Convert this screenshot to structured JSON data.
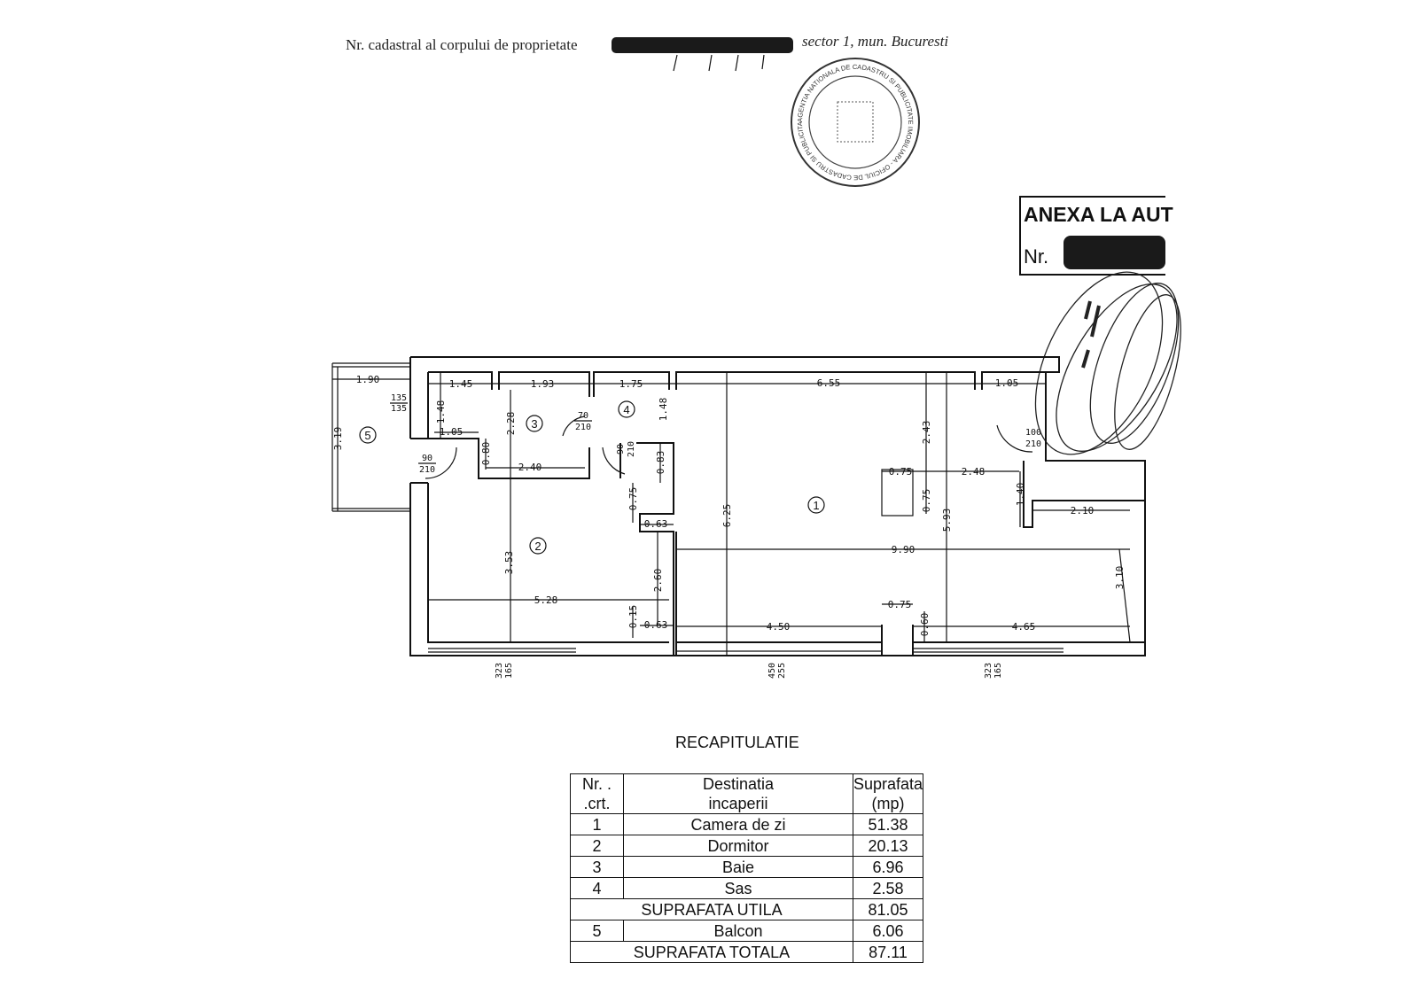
{
  "header": {
    "cadastral_label": "Nr. cadastral al corpului de proprietate",
    "location": "sector 1, mun. Bucuresti"
  },
  "stamp": {
    "text": "AGENTIA NATIONALA DE CADASTRU SI PUBLICITATE IMOBILIARA - OFICIUL DE CADASTRU SI PUBLICITATE IMOBILIARA BUCURESTI"
  },
  "annex": {
    "title": "ANEXA LA AUT",
    "nr_label": "Nr."
  },
  "plan": {
    "rooms": [
      "1",
      "2",
      "3",
      "4",
      "5"
    ],
    "dimensions": [
      "1.90",
      "1.45",
      "1.93",
      "1.75",
      "6.55",
      "1.05",
      "1.48",
      "1.05",
      "2.28",
      "1.48",
      "0.80",
      "2.40",
      "3.19",
      "0.83",
      "0.75",
      "0.63",
      "6.25",
      "2.43",
      "0.75",
      "2.48",
      "0.75",
      "5.93",
      "1.40",
      "2.10",
      "9.90",
      "3.10",
      "3.53",
      "2.60",
      "5.28",
      "0.15",
      "0.63",
      "0.75",
      "0.60",
      "4.50",
      "4.65"
    ],
    "openings": [
      {
        "w": "135",
        "h": "135"
      },
      {
        "w": "90",
        "h": "210"
      },
      {
        "w": "70",
        "h": "210"
      },
      {
        "w": "90",
        "h": "210"
      },
      {
        "w": "100",
        "h": "210"
      },
      {
        "w": "323",
        "h": "165"
      },
      {
        "w": "450",
        "h": "255"
      },
      {
        "w": "323",
        "h": "165"
      }
    ]
  },
  "summary": {
    "title": "RECAPITULATIE",
    "headers": {
      "nr_line1": "Nr. .",
      "nr_line2": ".crt.",
      "dest_line1": "Destinatia",
      "dest_line2": "incaperii",
      "area_line1": "Suprafata",
      "area_line2": "(mp)"
    },
    "rows": [
      {
        "nr": "1",
        "name": "Camera de zi",
        "area": "51.38"
      },
      {
        "nr": "2",
        "name": "Dormitor",
        "area": "20.13"
      },
      {
        "nr": "3",
        "name": "Baie",
        "area": "6.96"
      },
      {
        "nr": "4",
        "name": "Sas",
        "area": "2.58"
      }
    ],
    "useful": {
      "label": "SUPRAFATA UTILA",
      "area": "81.05"
    },
    "balcony": {
      "nr": "5",
      "name": "Balcon",
      "area": "6.06"
    },
    "total": {
      "label": "SUPRAFATA TOTALA",
      "area": "87.11"
    }
  }
}
